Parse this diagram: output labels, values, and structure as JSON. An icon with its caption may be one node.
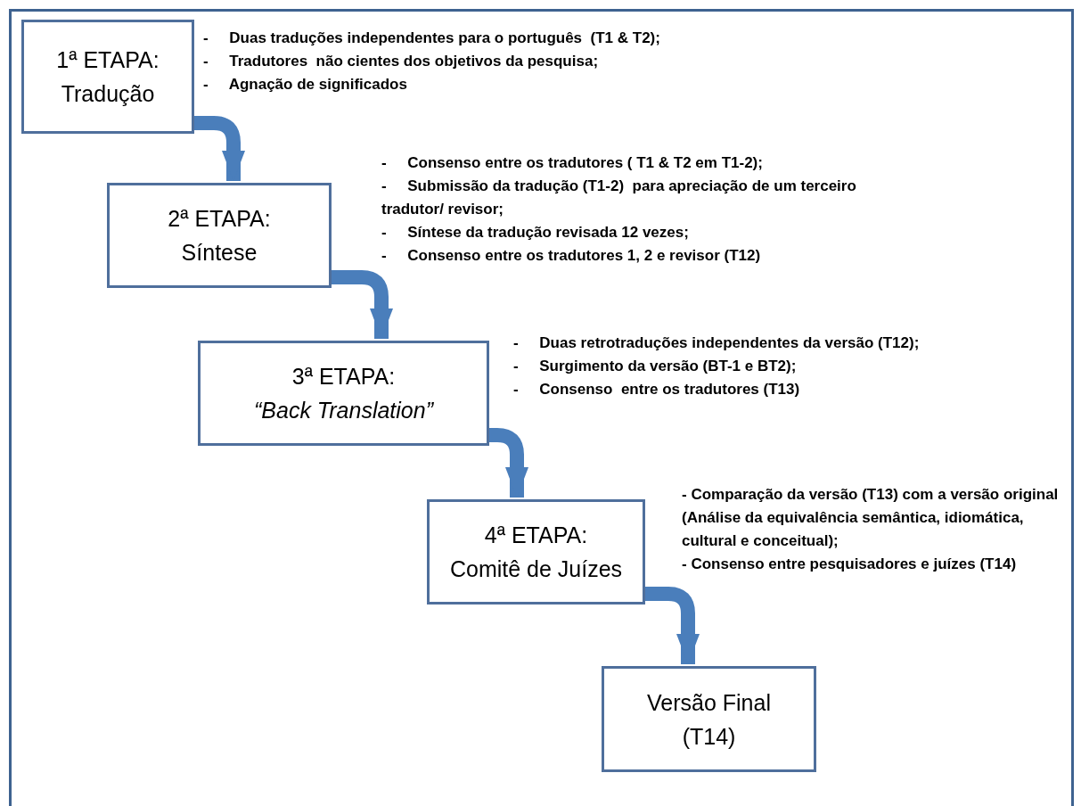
{
  "diagram": {
    "nodes": [
      {
        "text": [
          "1ª ETAPA:",
          "Tradução"
        ],
        "beside": [
          "-     Duas traduções independentes para o português  (T1 & T2);",
          "-     Tradutores  não cientes dos objetivos da pesquisa;",
          "-     Agnação de significados"
        ]
      },
      {
        "text": [
          "2ª ETAPA:",
          "Síntese"
        ],
        "beside": [
          "-     Consenso entre os tradutores ( T1 & T2 em T1-2);",
          "-     Submissão da tradução (T1-2)  para apreciação de um terceiro tradutor/ revisor;",
          "-     Síntese da tradução revisada 12 vezes;",
          "-     Consenso entre os tradutores 1, 2 e revisor (T12)"
        ]
      },
      {
        "text": [
          "3ª ETAPA:",
          "*“Back Translation”*"
        ],
        "beside": [
          "-     Duas retrotraduções independentes da versão (T12);",
          "-     Surgimento da versão (BT-1 e BT2);",
          "-     Consenso  entre os tradutores (T13)"
        ]
      },
      {
        "text": [
          "4ª ETAPA:",
          "Comitê de Juízes"
        ],
        "beside": [
          "- Comparação da versão (T13) com a versão original (Análise da equivalência semântica, idiomática, cultural e conceitual);",
          "- Consenso entre pesquisadores e juízes (T14)"
        ]
      },
      {
        "text": [
          "Versão Final",
          "(T14)"
        ]
      }
    ],
    "edges": [
      {
        "from": 0,
        "to": 1,
        "arrow": "to"
      },
      {
        "from": 1,
        "to": 2,
        "arrow": "to"
      },
      {
        "from": 2,
        "to": 3,
        "arrow": "to"
      },
      {
        "from": 3,
        "to": 4,
        "arrow": "to"
      }
    ]
  }
}
